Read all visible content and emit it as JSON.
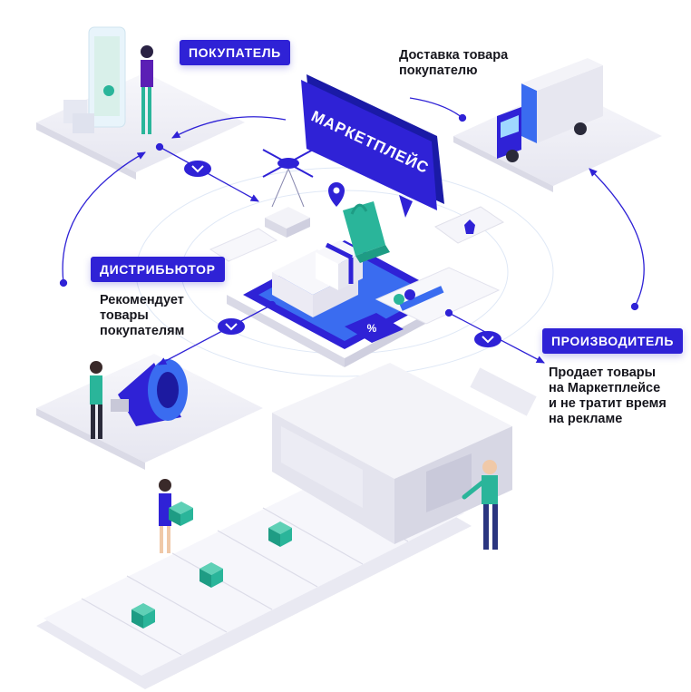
{
  "roles": {
    "buyer": "ПОКУПАТЕЛЬ",
    "distributor": "ДИСТРИБЬЮТОР",
    "producer": "ПРОИЗВОДИТЕЛЬ",
    "marketplace": "МАРКЕТПЛЕЙС"
  },
  "notes": {
    "delivery": [
      "Доставка товара",
      "покупателю"
    ],
    "distributor": [
      "Рекомендует",
      "товары",
      "покупателям"
    ],
    "producer": [
      "Продает товары",
      "на Маркетплейсе",
      "и не тратит время",
      "на рекламе"
    ]
  },
  "badge": {
    "percent": "%"
  },
  "colors": {
    "brand_blue": "#2f22d6",
    "accent_blue": "#3a6cf0",
    "teal": "#2ab59a",
    "platform": "#f1f1f7",
    "text": "#16161d"
  }
}
